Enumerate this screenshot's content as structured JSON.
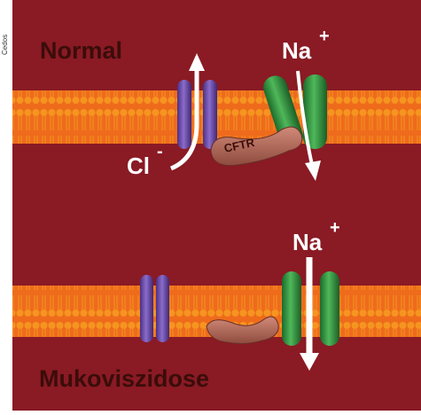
{
  "credit": "Cedos",
  "labels": {
    "normal": "Normal",
    "mukoviszidose": "Mukoviszidose",
    "cl_ion": "Cl",
    "cl_charge": "-",
    "na_ion_top": "Na",
    "na_charge_top": "+",
    "na_ion_bottom": "Na",
    "na_charge_bottom": "+",
    "cftr": "CFTR"
  },
  "colors": {
    "background": "#8a1a24",
    "membrane_band": "#ee6f1d",
    "lipid_head": "#f79a22",
    "chloride_channel": "#6a4ca6",
    "sodium_channel": "#2e8a3a",
    "cftr_protein": "#b06a5a",
    "arrows": "#ffffff",
    "dark_text": "#3a0d0a"
  }
}
